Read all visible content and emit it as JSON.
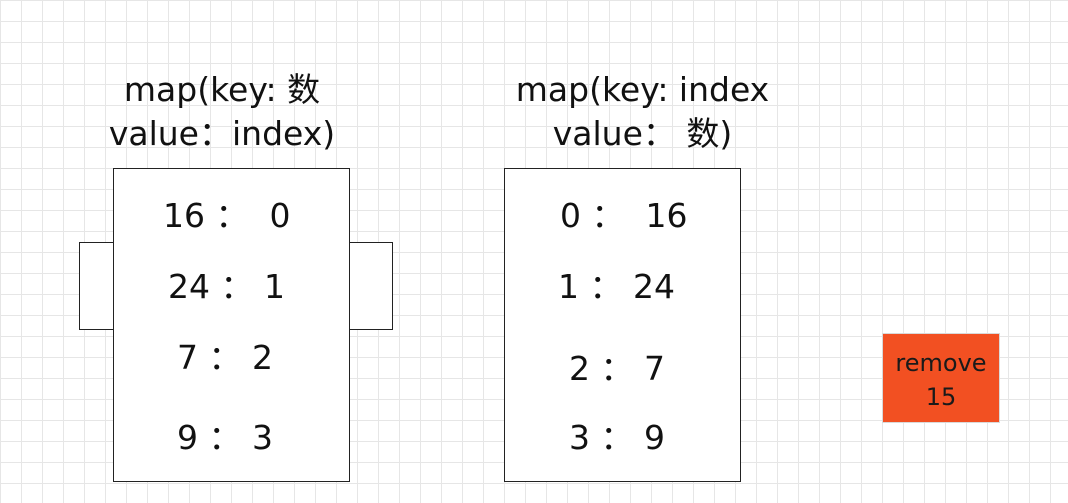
{
  "left_map": {
    "title_line1": "map(key: 数",
    "title_line2": "value：index)",
    "entries": [
      "16 ：  0",
      "24 ： 1",
      "7 ： 2",
      "9 ： 3"
    ]
  },
  "right_map": {
    "title_line1": "map(key: index",
    "title_line2": "value：  数)",
    "entries": [
      "0 ：  16",
      "1 ： 24",
      "2 ： 7",
      "3 ： 9"
    ]
  },
  "remove_button": {
    "line1": "remove",
    "line2": "15",
    "color": "#f25022"
  }
}
